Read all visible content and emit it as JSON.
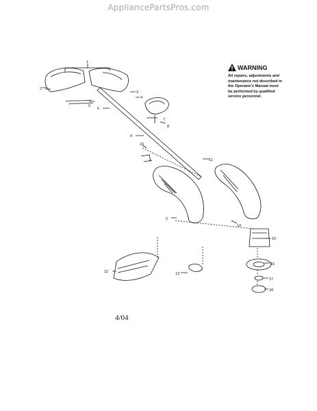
{
  "header": {
    "site": "AppliancePartsPros.com"
  },
  "warning": {
    "title": "WARNING",
    "lines": [
      "All repairs, adjustments and",
      "maintenance not described in",
      "the Operator's Manual must",
      "be performed by qualified",
      "service personnel."
    ]
  },
  "footer": {
    "date_code": "4/04"
  },
  "callouts": [
    "1",
    "2",
    "3",
    "4",
    "5",
    "6",
    "7",
    "8",
    "9",
    "10",
    "11",
    "2",
    "12",
    "13",
    "14",
    "15",
    "16",
    "17",
    "18"
  ],
  "icons": {
    "warning": "warning-triangle-icon"
  }
}
